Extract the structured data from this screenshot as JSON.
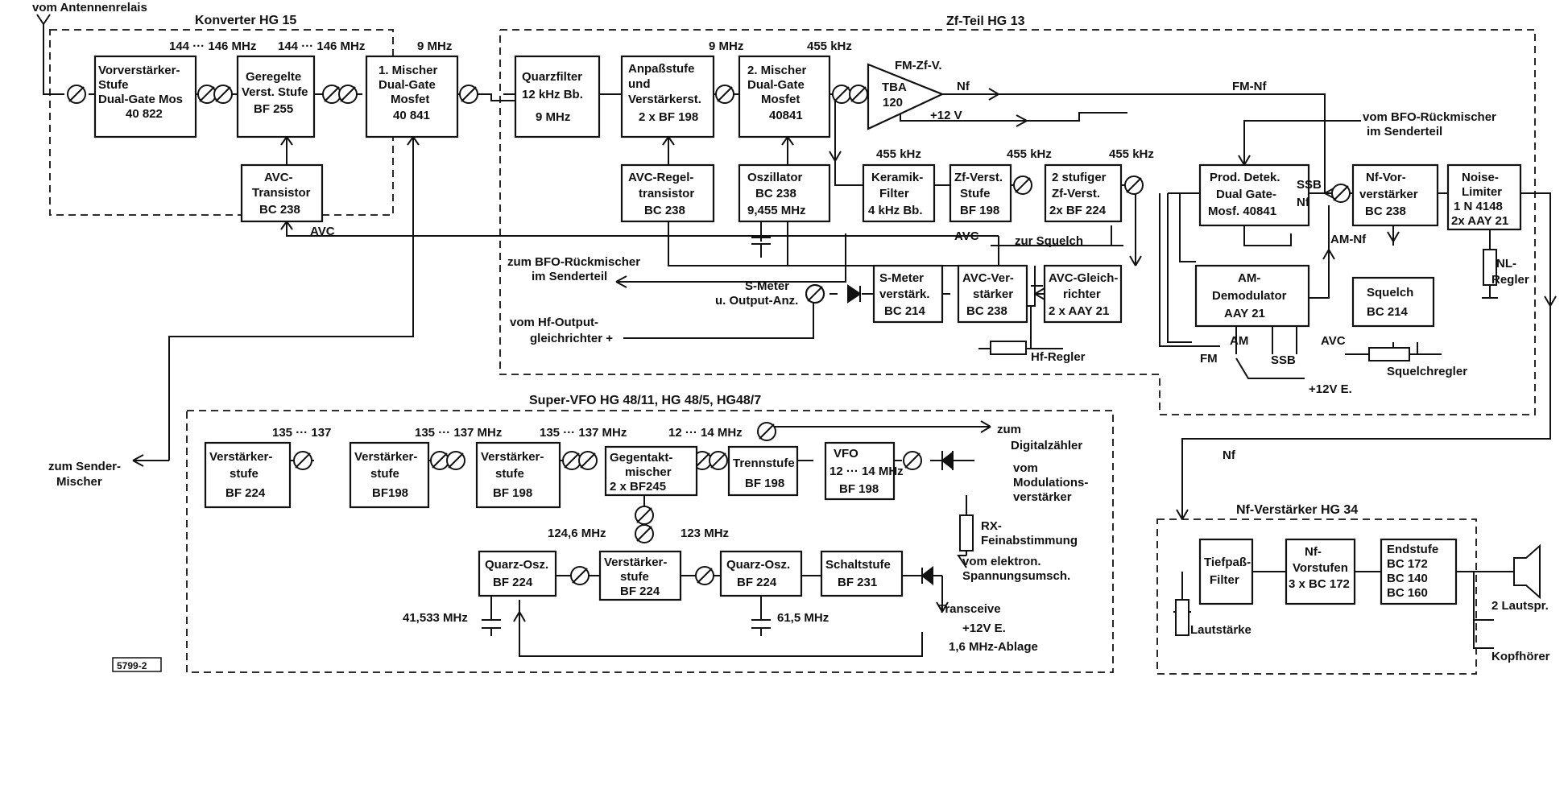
{
  "sections": {
    "konverter": "Konverter HG 15",
    "zf": "Zf-Teil HG 13",
    "vfo": "Super-VFO HG 48/11, HG 48/5, HG48/7",
    "nf": "Nf-Verstärker HG 34"
  },
  "blocks": {
    "vorverstaerker": [
      "Vorverstärker-",
      "Stufe",
      "Dual-Gate Mos",
      "40 822"
    ],
    "geregelte": [
      "Geregelte",
      "Verst. Stufe",
      "BF 255"
    ],
    "mischer1": [
      "1. Mischer",
      "Dual-Gate",
      "Mosfet",
      "40 841"
    ],
    "avc_transistor": [
      "AVC-",
      "Transistor",
      "BC 238"
    ],
    "quarzfilter": [
      "Quarzfilter",
      "12 kHz Bb.",
      "9 MHz"
    ],
    "anpass": [
      "Anpaßstufe",
      "und",
      "Verstärkerst.",
      "2 x BF 198"
    ],
    "mischer2": [
      "2. Mischer",
      "Dual-Gate",
      "Mosfet",
      "40841"
    ],
    "avc_regel": [
      "AVC-Regel-",
      "transistor",
      "BC 238"
    ],
    "oszillator": [
      "Oszillator",
      "BC 238",
      "9,455 MHz"
    ],
    "keramik": [
      "Keramik-",
      "Filter",
      "4 kHz Bb."
    ],
    "zf_verst": [
      "Zf-Verst.",
      "Stufe",
      "BF 198"
    ],
    "zf2stufig": [
      "2 stufiger",
      "Zf-Verst.",
      "2x BF 224"
    ],
    "smeter_verst": [
      "S-Meter",
      "verstärk.",
      "BC 214"
    ],
    "avc_verst": [
      "AVC-Ver-",
      "stärker",
      "BC 238"
    ],
    "avc_gleich": [
      "AVC-Gleich-",
      "richter",
      "2 x AAY 21"
    ],
    "prod_detek": [
      "Prod. Detek.",
      "Dual Gate-",
      "Mosf. 40841"
    ],
    "am_demod": [
      "AM-",
      "Demodulator",
      "AAY 21"
    ],
    "nf_vorverst": [
      "Nf-Vor-",
      "verstärker",
      "BC 238"
    ],
    "noise_limiter": [
      "Noise-",
      "Limiter",
      "1 N 4148",
      "2x AAY 21"
    ],
    "squelch": [
      "Squelch",
      "BC 214"
    ],
    "vfo_verst1": [
      "Verstärker-",
      "stufe",
      "BF 224"
    ],
    "vfo_verst2": [
      "Verstärker-",
      "stufe",
      "BF198"
    ],
    "vfo_verst3": [
      "Verstärker-",
      "stufe",
      "BF 198"
    ],
    "gegentakt": [
      "Gegentakt-",
      "mischer",
      "2 x BF245"
    ],
    "trennstufe": [
      "Trennstufe",
      "BF 198"
    ],
    "vfo": [
      "VFO",
      "12 ··· 14 MHz",
      "BF 198"
    ],
    "quarz_osz1": [
      "Quarz-Osz.",
      "BF 224"
    ],
    "vfo_verst4": [
      "Verstärker-",
      "stufe",
      "BF 224"
    ],
    "quarz_osz2": [
      "Quarz-Osz.",
      "BF 224"
    ],
    "schaltstufe": [
      "Schaltstufe",
      "BF 231"
    ],
    "tiefpass": [
      "Tiefpaß-",
      "Filter"
    ],
    "nf_vorstufen": [
      "Nf-",
      "Vorstufen",
      "3 x BC 172"
    ],
    "endstufe": [
      "Endstufe",
      "BC 172",
      "BC 140",
      "BC 160"
    ]
  },
  "tba": {
    "name": "TBA",
    "num": "120",
    "title": "FM-Zf-V.",
    "out": "Nf",
    "supply": "+12 V"
  },
  "labels": {
    "antenne": "vom Antennenrelais",
    "f144a": "144 ··· 146 MHz",
    "f144b": "144 ··· 146 MHz",
    "f9a": "9 MHz",
    "f9b": "9 MHz",
    "f455a": "455 kHz",
    "f455b": "455 kHz",
    "f455c": "455 kHz",
    "f455d": "455 kHz",
    "fm_nf": "FM-Nf",
    "bfo_top": [
      "vom BFO-Rückmischer",
      "im Senderteil"
    ],
    "ssb_nf": [
      "SSB",
      "Nf"
    ],
    "am_nf": "AM-Nf",
    "avc1": "AVC",
    "avc2": "AVC",
    "avc3": "AVC",
    "zur_squelch": "zur Squelch",
    "bfo_zum": [
      "zum BFO-Rückmischer",
      "im Senderteil"
    ],
    "smeter": [
      "S-Meter",
      "u. Output-Anz."
    ],
    "hf_output": [
      "vom Hf-Output-",
      "gleichrichter +"
    ],
    "hf_regler": "Hf-Regler",
    "nl_regler": [
      "NL-",
      "Regler"
    ],
    "squelchregler": "Squelchregler",
    "fm": "FM",
    "am": "AM",
    "ssb": "SSB",
    "plus12e": "+12V E.",
    "nf": "Nf",
    "f135a": "135 ··· 137",
    "f135b": "135 ··· 137 MHz",
    "f135c": "135 ··· 137 MHz",
    "f12_14": "12 ··· 14 MHz",
    "digital": [
      "zum",
      "Digitalzähler"
    ],
    "sender_mischer": [
      "zum Sender-",
      "Mischer"
    ],
    "modulation": [
      "vom",
      "Modulations-",
      "verstärker"
    ],
    "rx_fein": [
      "RX-",
      "Feinabstimmung"
    ],
    "elektron": [
      "vom elektron.",
      "Spannungsumsch."
    ],
    "f1246": "124,6 MHz",
    "f123": "123 MHz",
    "f41533": "41,533 MHz",
    "f615": "61,5 MHz",
    "transceive": "Transceive",
    "plus12e2": "+12V E.",
    "ablage": "1,6 MHz-Ablage",
    "lautstaerke": "Lautstärke",
    "lautsprecher": "2 Lautspr.",
    "kopfhoerer": "Kopfhörer",
    "code": "5799-2"
  }
}
